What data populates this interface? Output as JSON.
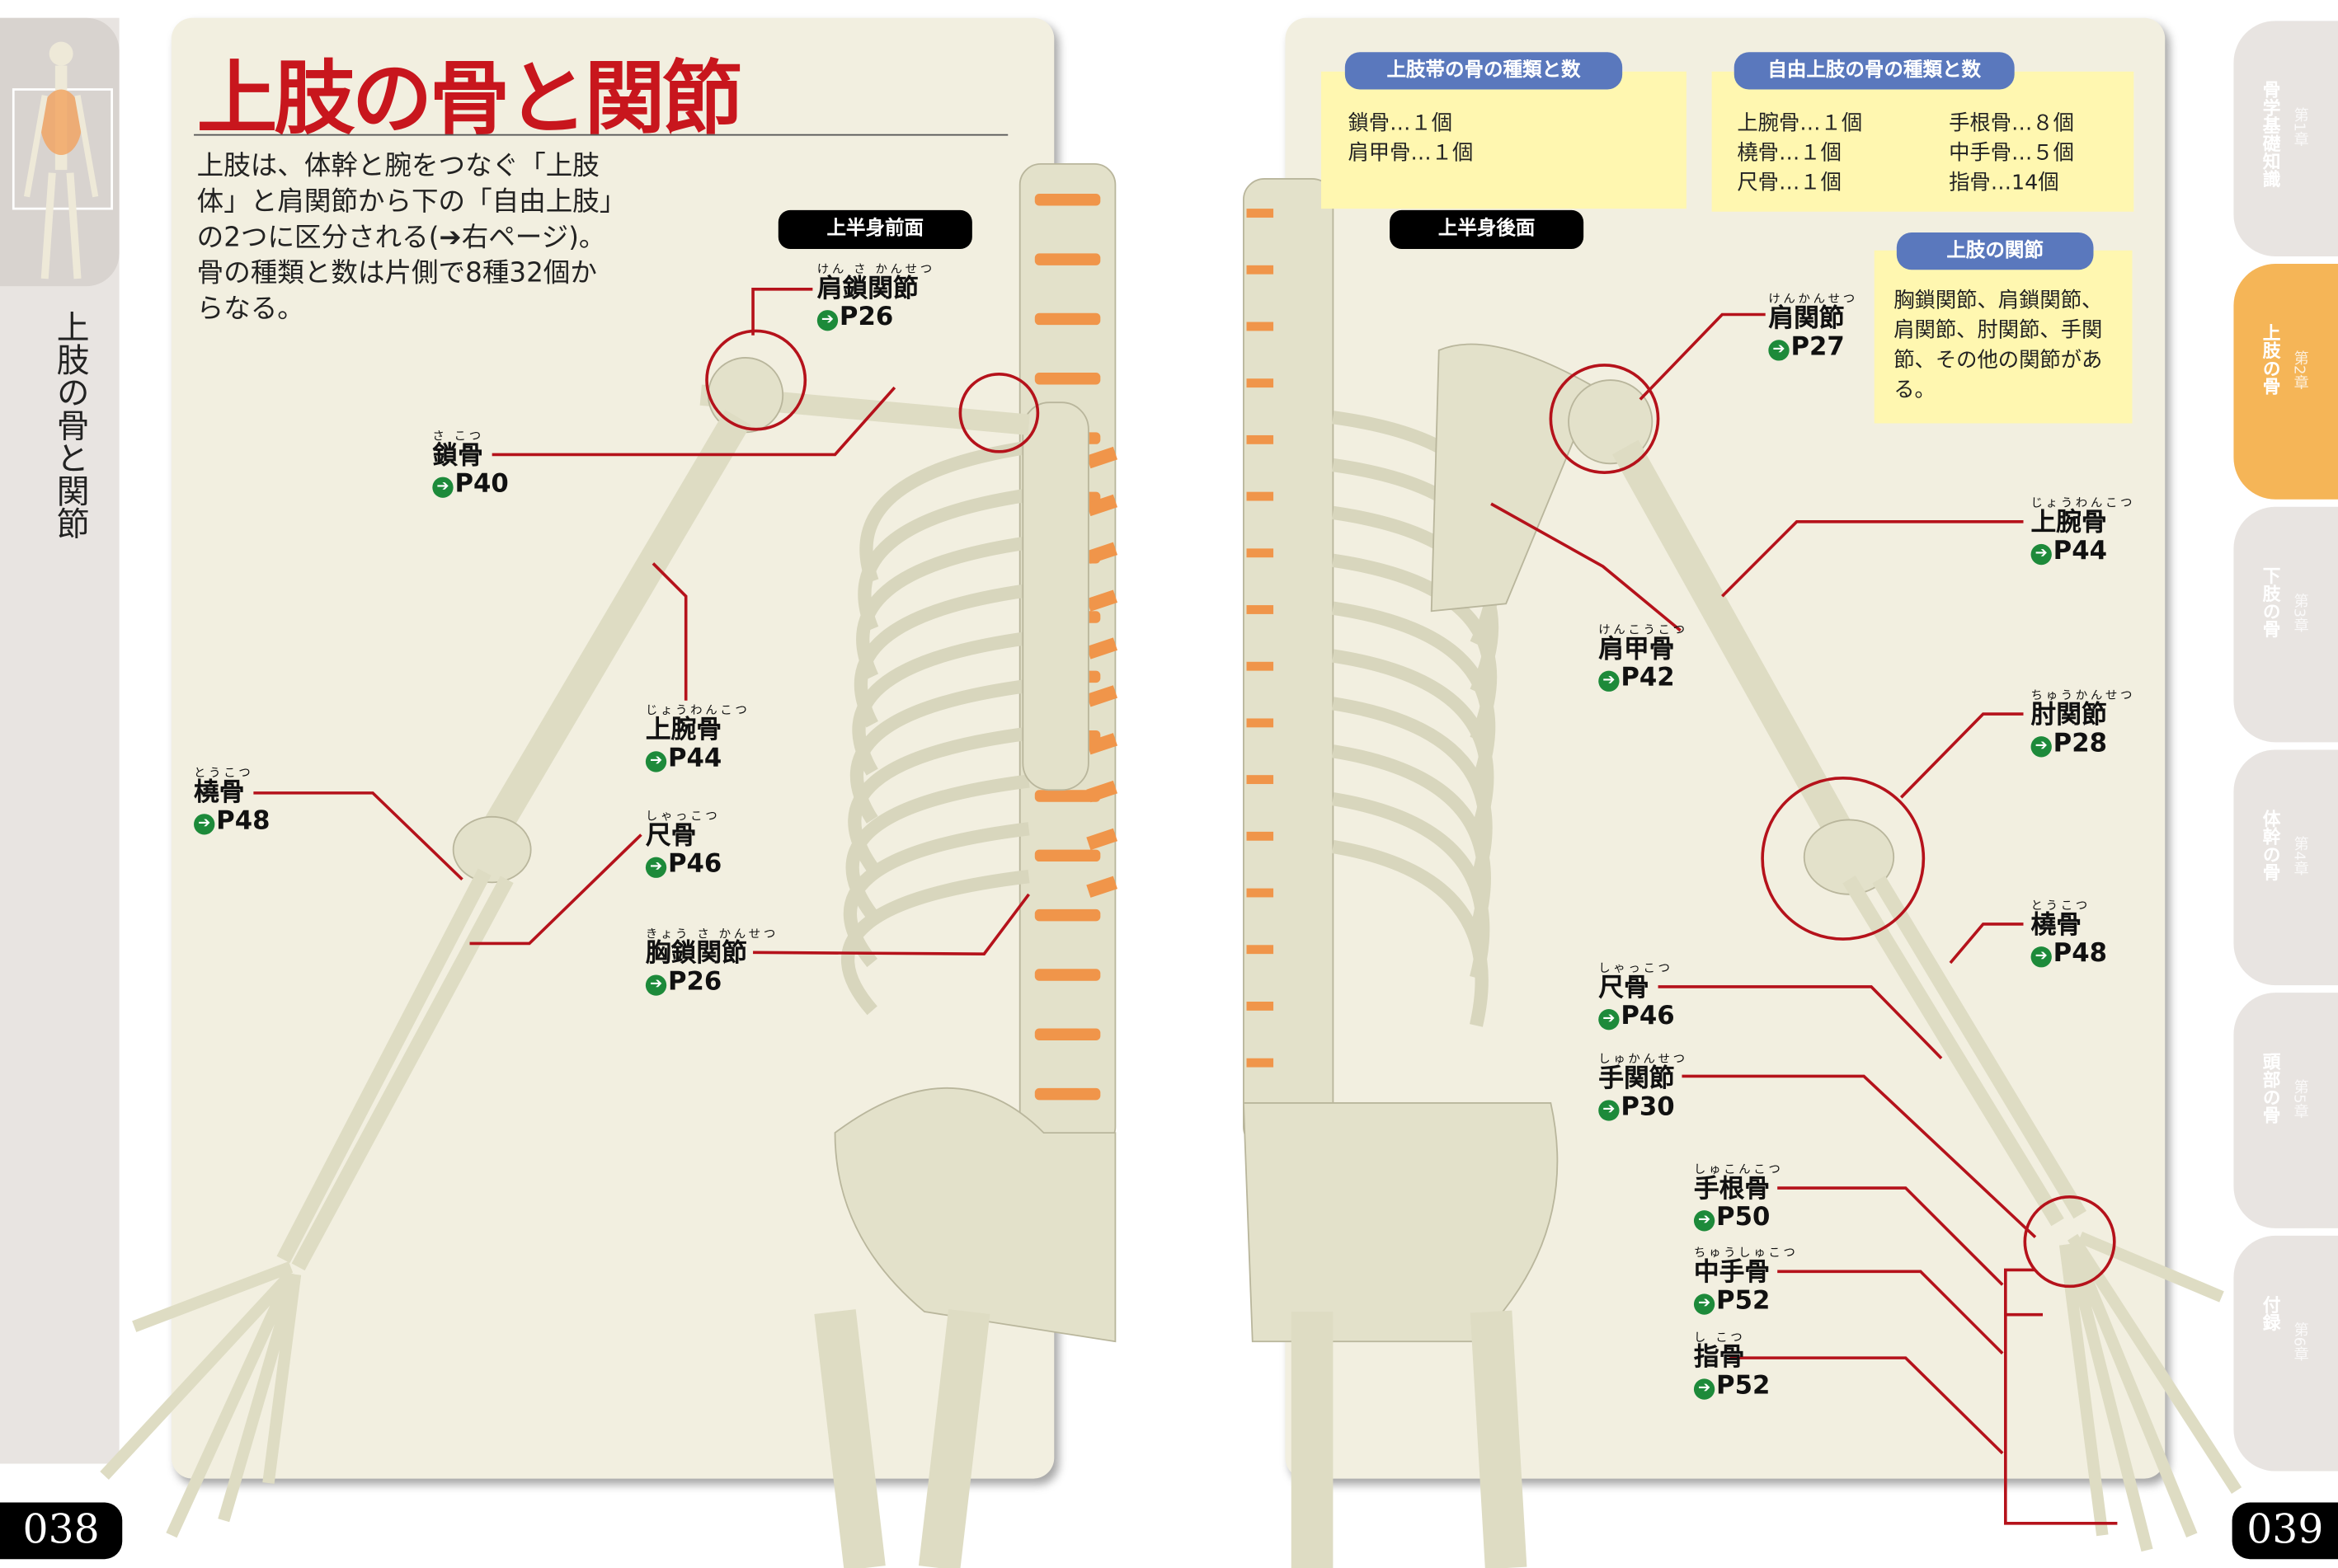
{
  "left_page": {
    "title": "上肢の骨と関節",
    "sidebar_title": "上肢の骨と関節",
    "intro": "上肢は、体幹と腕をつなぐ「上肢体」と肩関節から下の「自由上肢」の2つに区分される(➔右ページ)。骨の種類と数は片側で8種32個からなる。",
    "view_badge": "上半身前面",
    "page_number": "038"
  },
  "right_page": {
    "view_badge": "上半身後面",
    "page_number": "039",
    "girdle_box": {
      "heading": "上肢帯の骨の種類と数",
      "items": [
        "鎖骨…１個",
        "肩甲骨…１個"
      ]
    },
    "free_limb_box": {
      "heading": "自由上肢の骨の種類と数",
      "items": [
        "上腕骨…１個",
        "橈骨…１個",
        "尺骨…１個",
        "手根骨…８個",
        "中手骨…５個",
        "指骨…14個"
      ]
    },
    "joints_box": {
      "heading": "上肢の関節",
      "text": "胸鎖関節、肩鎖関節、肩関節、肘関節、手関節、その他の関節がある。"
    }
  },
  "labels": [
    {
      "id": "shoulder-acromioclavicular",
      "furigana": "けん さ かんせつ",
      "name": "肩鎖関節",
      "ref": "P26"
    },
    {
      "id": "clavicle",
      "furigana": "さ こつ",
      "name": "鎖骨",
      "ref": "P40"
    },
    {
      "id": "humerus-front",
      "furigana": "じょうわんこつ",
      "name": "上腕骨",
      "ref": "P44"
    },
    {
      "id": "radius-front",
      "furigana": "とうこつ",
      "name": "橈骨",
      "ref": "P48"
    },
    {
      "id": "ulna-front",
      "furigana": "しゃっこつ",
      "name": "尺骨",
      "ref": "P46"
    },
    {
      "id": "sternoclavicular",
      "furigana": "きょう さ かんせつ",
      "name": "胸鎖関節",
      "ref": "P26"
    },
    {
      "id": "shoulder-joint",
      "furigana": "けんかんせつ",
      "name": "肩関節",
      "ref": "P27"
    },
    {
      "id": "humerus-back",
      "furigana": "じょうわんこつ",
      "name": "上腕骨",
      "ref": "P44"
    },
    {
      "id": "scapula",
      "furigana": "けんこうこつ",
      "name": "肩甲骨",
      "ref": "P42"
    },
    {
      "id": "elbow-joint",
      "furigana": "ちゅうかんせつ",
      "name": "肘関節",
      "ref": "P28"
    },
    {
      "id": "radius-back",
      "furigana": "とうこつ",
      "name": "橈骨",
      "ref": "P48"
    },
    {
      "id": "ulna-back",
      "furigana": "しゃっこつ",
      "name": "尺骨",
      "ref": "P46"
    },
    {
      "id": "wrist-joint",
      "furigana": "しゅかんせつ",
      "name": "手関節",
      "ref": "P30"
    },
    {
      "id": "carpals",
      "furigana": "しゅこんこつ",
      "name": "手根骨",
      "ref": "P50"
    },
    {
      "id": "metacarpals",
      "furigana": "ちゅうしゅこつ",
      "name": "中手骨",
      "ref": "P52"
    },
    {
      "id": "phalanges",
      "furigana": "し こつ",
      "name": "指骨",
      "ref": "P52"
    }
  ],
  "chapter_tabs": [
    {
      "chapter": "第1章",
      "title": "骨学基礎知識"
    },
    {
      "chapter": "第2章",
      "title": "上肢の骨",
      "active": true
    },
    {
      "chapter": "第3章",
      "title": "下肢の骨"
    },
    {
      "chapter": "第4章",
      "title": "体幹の骨"
    },
    {
      "chapter": "第5章",
      "title": "頭部の骨"
    },
    {
      "chapter": "第6章",
      "title": "付録"
    }
  ],
  "colors": {
    "title_red": "#c8161d",
    "leader_red": "#b5121b",
    "heading_blue": "#5a78bd",
    "box_yellow": "#fff7b0",
    "active_tab": "#f5b557",
    "cartilage": "#f0954a",
    "bone": "#e4e2cc"
  }
}
